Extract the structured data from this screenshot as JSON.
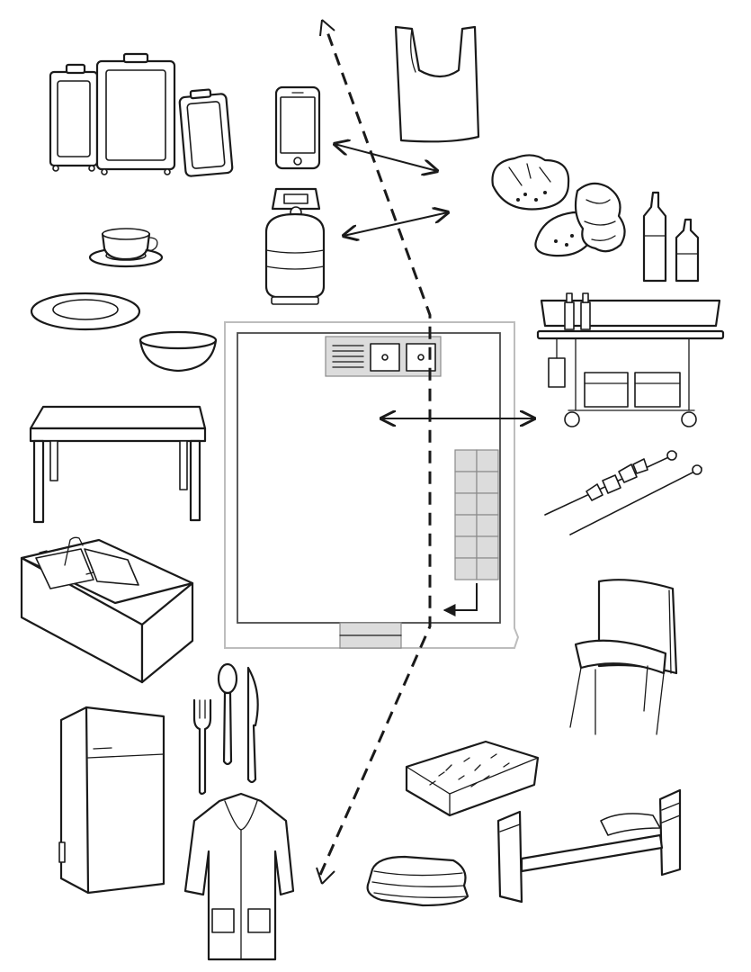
{
  "diagram": {
    "items": [
      "luggage",
      "mobile-phone",
      "carrier-bag",
      "gas-bottle",
      "cup-and-saucer",
      "plate",
      "bowl",
      "table",
      "sink-unit",
      "refrigerator",
      "cutlery",
      "coat",
      "baked-goods",
      "sauce-bottles",
      "food-cart",
      "skewers",
      "chair",
      "mattress",
      "bed",
      "folded-blanket"
    ],
    "floor_plan": {
      "counter_cells": 12,
      "sink_basins": 2
    },
    "colors": {
      "line": "#1a1a1a",
      "wall": "#bdbdbd",
      "fixture_fill": "#dcdcdc"
    }
  }
}
